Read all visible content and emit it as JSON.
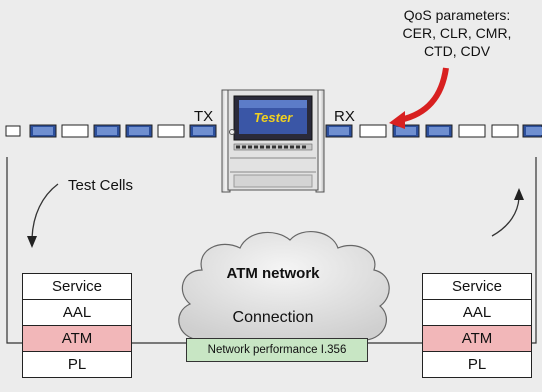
{
  "qos_label": [
    "QoS parameters:",
    "CER, CLR, CMR,",
    "CTD, CDV"
  ],
  "tester": {
    "screen_text": "Tester"
  },
  "tx_label": "TX",
  "rx_label": "RX",
  "test_cells_label": "Test Cells",
  "cloud": {
    "title": "ATM network",
    "connection_label": "Connection"
  },
  "network_performance": "Network performance I.356",
  "left_stack": [
    "Service",
    "AAL",
    "ATM",
    "PL"
  ],
  "right_stack": [
    "Service",
    "AAL",
    "ATM",
    "PL"
  ],
  "colors": {
    "background": "#ececec",
    "atm_layer": "#f2b7b9",
    "cell_blue": "#2c4f9c",
    "arrow_red": "#d82020",
    "performance_box": "#c8e6c4"
  }
}
